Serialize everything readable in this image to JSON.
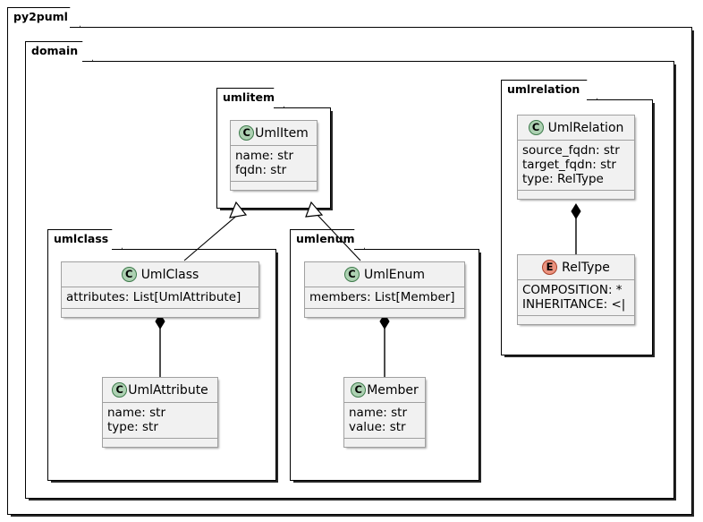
{
  "diagram": {
    "kind": "uml-class-diagram",
    "background": "#ffffff",
    "class_fill": "#f1f1f1",
    "class_border": "#a0a0a0",
    "package_border": "#000000",
    "class_badge_color": "#add1b2",
    "enum_badge_color": "#eb937f",
    "class_badge_letter": "C",
    "enum_badge_letter": "E"
  },
  "packages": {
    "py2puml": {
      "label": "py2puml"
    },
    "domain": {
      "label": "domain"
    },
    "umlitem": {
      "label": "umlitem"
    },
    "umlclass": {
      "label": "umlclass"
    },
    "umlenum": {
      "label": "umlenum"
    },
    "umlrelation": {
      "label": "umlrelation"
    }
  },
  "classes": {
    "umlitem": {
      "badge": "C",
      "name": "UmlItem",
      "attributes": [
        "name: str",
        "fqdn: str"
      ],
      "methods": []
    },
    "umlclass": {
      "badge": "C",
      "name": "UmlClass",
      "attributes": [
        "attributes: List[UmlAttribute]"
      ],
      "methods": []
    },
    "umlattribute": {
      "badge": "C",
      "name": "UmlAttribute",
      "attributes": [
        "name: str",
        "type: str"
      ],
      "methods": []
    },
    "umlenum": {
      "badge": "C",
      "name": "UmlEnum",
      "attributes": [
        "members: List[Member]"
      ],
      "methods": []
    },
    "member": {
      "badge": "C",
      "name": "Member",
      "attributes": [
        "name: str",
        "value: str"
      ],
      "methods": []
    },
    "umlrelation": {
      "badge": "C",
      "name": "UmlRelation",
      "attributes": [
        "source_fqdn: str",
        "target_fqdn: str",
        "type: RelType"
      ],
      "methods": []
    },
    "reltype": {
      "badge": "E",
      "name": "RelType",
      "attributes": [
        "COMPOSITION: *",
        "INHERITANCE: <|"
      ],
      "methods": []
    }
  },
  "relations": [
    {
      "from": "UmlClass",
      "to": "UmlItem",
      "type": "inheritance"
    },
    {
      "from": "UmlEnum",
      "to": "UmlItem",
      "type": "inheritance"
    },
    {
      "from": "UmlClass",
      "to": "UmlAttribute",
      "type": "composition"
    },
    {
      "from": "UmlEnum",
      "to": "Member",
      "type": "composition"
    },
    {
      "from": "UmlRelation",
      "to": "RelType",
      "type": "composition"
    }
  ]
}
